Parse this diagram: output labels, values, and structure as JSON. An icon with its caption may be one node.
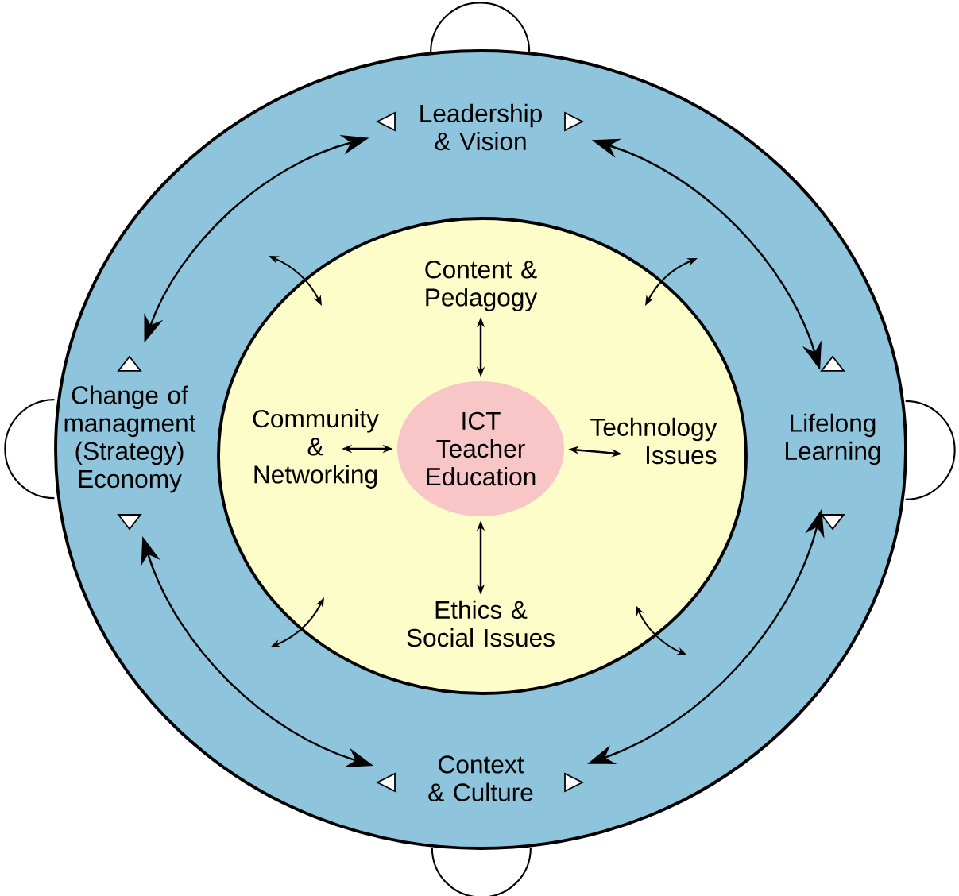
{
  "diagram": {
    "nodes": [
      {
        "text": [],
        "shape": "circle"
      },
      {
        "text": [
          "Leadership & Vision"
        ],
        "in": 0
      },
      {
        "text": [],
        "shape": "circle",
        "in": 0
      },
      {
        "text": [
          "Content & Pedagogy"
        ],
        "in": 2
      },
      {
        "text": [
          "Change of managment (Strategy) Economy"
        ],
        "in": 0
      },
      {
        "text": [
          "Community & Networking"
        ],
        "in": 2
      },
      {
        "text": [
          "ICT Teacher Education"
        ],
        "in": 2
      },
      {
        "text": [
          "Technology Issues"
        ],
        "in": 2
      },
      {
        "text": [
          "Lifelong Learning"
        ],
        "in": 0
      },
      {
        "text": [
          "Ethics & Social Issues"
        ],
        "in": 2
      },
      {
        "text": [
          "Context & Culture"
        ],
        "in": 0
      },
      {
        "text": [],
        "shape": "semicircle"
      },
      {
        "text": [],
        "shape": "semicircle"
      },
      {
        "text": [],
        "shape": "semicircle"
      },
      {
        "text": [],
        "shape": "semicircle"
      }
    ],
    "edges": [
      {
        "from": 1,
        "to": 4,
        "arrow": "both"
      },
      {
        "from": 1,
        "to": 8,
        "arrow": "both"
      },
      {
        "from": 8,
        "to": 10,
        "arrow": "both"
      },
      {
        "from": 10,
        "to": 4,
        "arrow": "both"
      },
      {
        "from": 3,
        "to": 6,
        "arrow": "both"
      },
      {
        "from": 5,
        "to": 6,
        "arrow": "both"
      },
      {
        "from": 6,
        "to": 7,
        "arrow": "both"
      },
      {
        "from": 6,
        "to": 9,
        "arrow": "both"
      }
    ]
  }
}
